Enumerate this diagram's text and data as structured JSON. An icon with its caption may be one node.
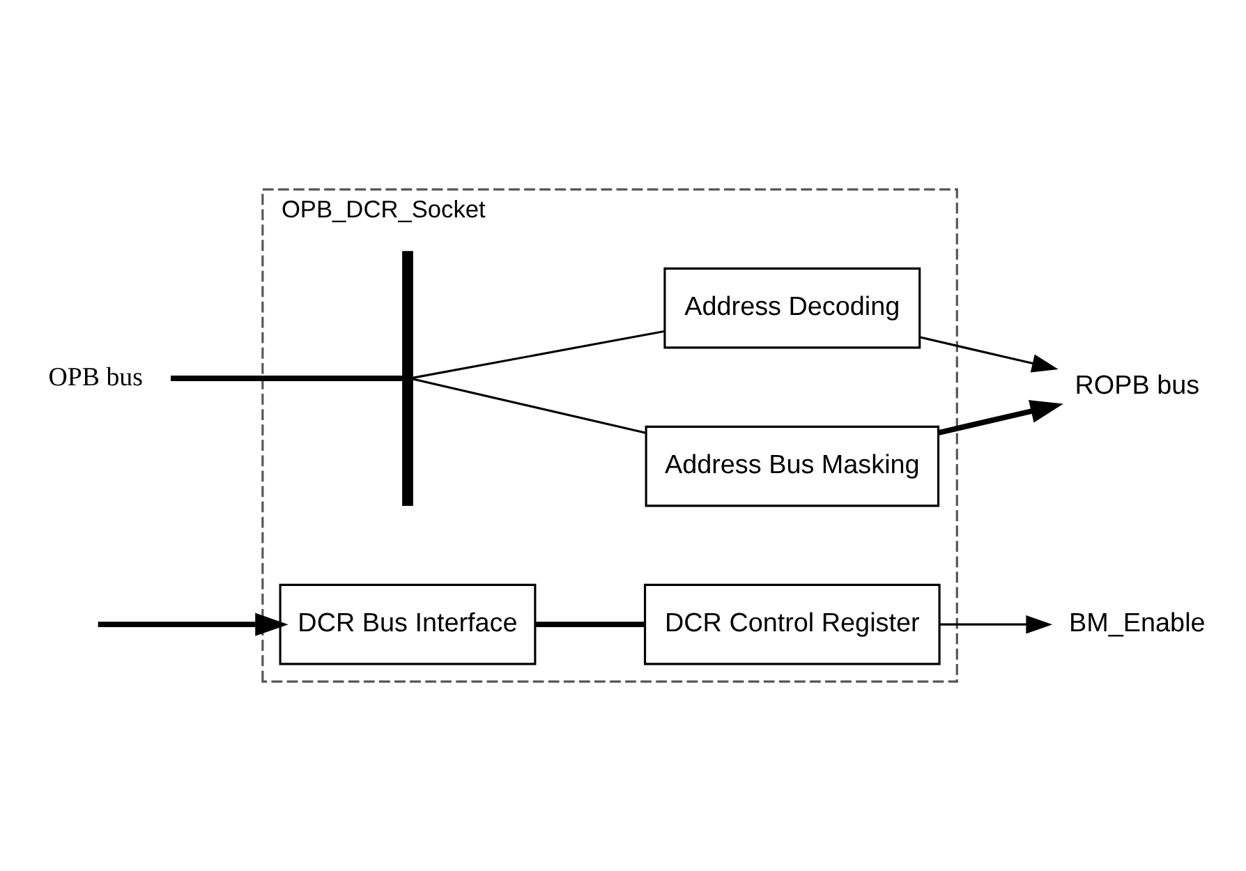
{
  "diagram": {
    "nodes": [
      {
        "text": [
          "OPB_DCR_Socket"
        ]
      },
      {
        "text": [
          "DCR Bus Interface"
        ],
        "in": 0
      },
      {
        "text": [
          "DCR Control Register"
        ],
        "in": 0
      },
      {
        "text": [],
        "shape": "bar",
        "in": 0
      },
      {
        "text": [
          "Address Decoding"
        ],
        "in": 0
      },
      {
        "text": [
          "Address Bus Masking"
        ],
        "in": 0
      },
      {
        "text": [
          "BM_Enable"
        ]
      },
      {
        "text": [
          "ROPB bus"
        ]
      },
      {
        "text": [
          "OPB bus"
        ]
      }
    ],
    "edges": [
      {
        "from": null,
        "to": 1,
        "arrow": "to",
        "style": "thick"
      },
      {
        "from": 1,
        "to": 2,
        "arrow": "none",
        "style": "thick"
      },
      {
        "from": 2,
        "to": 6,
        "arrow": "to"
      },
      {
        "from": 8,
        "to": 3,
        "arrow": "none",
        "style": "thick"
      },
      {
        "from": 3,
        "to": 4,
        "arrow": "none"
      },
      {
        "from": 3,
        "to": 5,
        "arrow": "none"
      },
      {
        "from": 4,
        "to": 7,
        "arrow": "to"
      },
      {
        "from": 5,
        "to": 7,
        "arrow": "to",
        "style": "thick"
      }
    ]
  }
}
